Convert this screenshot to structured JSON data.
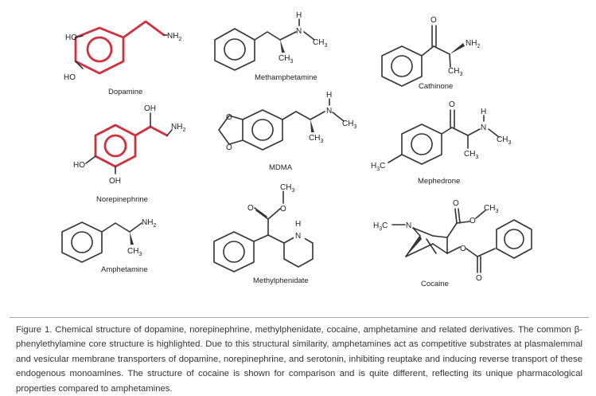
{
  "molecules": {
    "dopamine": {
      "name": "Dopamine",
      "labels": {
        "ho1": "HO",
        "ho2": "HO",
        "nh": "NH",
        "nh_sub": "2"
      }
    },
    "methamphetamine": {
      "name": "Methamphetamine",
      "labels": {
        "h": "H",
        "n": "N",
        "ch": "CH",
        "ch_sub": "3",
        "me": "CH",
        "me_sub": "3"
      }
    },
    "cathinone": {
      "name": "Cathinone",
      "labels": {
        "o": "O",
        "nh": "NH",
        "nh_sub": "2",
        "ch": "CH",
        "ch_sub": "3"
      }
    },
    "norepinephrine": {
      "name": "Norepinephrine",
      "labels": {
        "oh_top": "OH",
        "nh": "NH",
        "nh_sub": "2",
        "ho": "HO",
        "oh_bot": "OH"
      }
    },
    "mdma": {
      "name": "MDMA",
      "labels": {
        "o1": "O",
        "o2": "O",
        "h": "H",
        "n": "N",
        "ch": "CH",
        "ch_sub": "3",
        "me": "CH",
        "me_sub": "3"
      }
    },
    "mephedrone": {
      "name": "Mephedrone",
      "labels": {
        "o": "O",
        "h": "H",
        "n": "N",
        "ch": "CH",
        "ch_sub": "3",
        "me": "CH",
        "me_sub": "3",
        "h3c": "H",
        "h3c_sub": "3",
        "h3c_c": "C"
      }
    },
    "amphetamine": {
      "name": "Amphetamine",
      "labels": {
        "nh": "NH",
        "nh_sub": "2",
        "ch": "CH",
        "ch_sub": "3"
      }
    },
    "methylphenidate": {
      "name": "Methylphenidate",
      "labels": {
        "ch": "CH",
        "ch_sub": "3",
        "o1": "O",
        "o2": "O",
        "h": "H",
        "n": "N"
      }
    },
    "cocaine": {
      "name": "Cocaine",
      "labels": {
        "h3c": "H",
        "h3c_sub": "3",
        "h3c_c": "C",
        "n": "N",
        "o1": "O",
        "o2": "O",
        "o3": "O",
        "o4": "O",
        "ch": "CH",
        "ch_sub": "3"
      }
    }
  },
  "caption": "Figure 1. Chemical structure of dopamine, norepinephrine, methylphenidate, cocaine, amphetamine and related derivatives. The common β-phenylethylamine core structure is highlighted. Due to this structural similarity, amphetamines act as competitive substrates at plasmalemmal and vesicular membrane transporters of dopamine, norepinephrine, and serotonin, inhibiting reuptake and inducing reverse transport of these endogenous monoamines. The structure of cocaine is shown for comparison and is quite different, reflecting its unique pharmacological properties compared to amphetamines.",
  "colors": {
    "highlight": "#d0303c",
    "bond": "#333333",
    "text": "#222222"
  }
}
